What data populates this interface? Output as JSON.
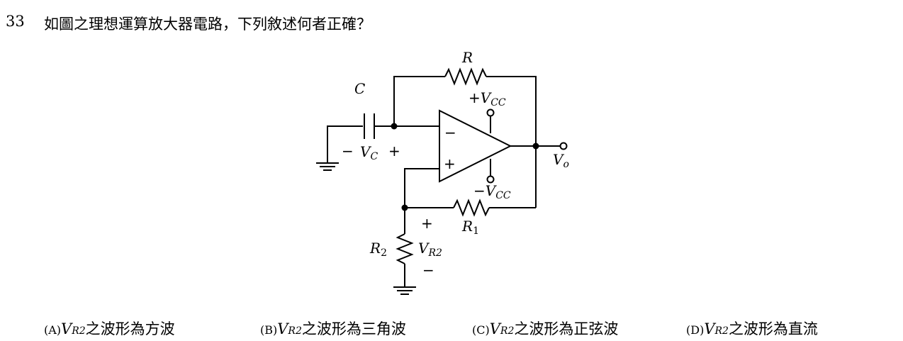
{
  "question": {
    "number": "33",
    "text": "如圖之理想運算放大器電路，下列敘述何者正確？"
  },
  "circuit": {
    "cap_label": "C",
    "vc_main": "V",
    "vc_sub": "C",
    "vc_minus": "−",
    "vc_plus": "+",
    "r_label": "R",
    "r1_main": "R",
    "r1_sub": "1",
    "r2_main": "R",
    "r2_sub": "2",
    "vr2_main": "V",
    "vr2_sub": "R2",
    "vr2_plus": "+",
    "vr2_minus": "−",
    "vcc_pos_prefix": "+",
    "vcc_neg_prefix": "−",
    "vcc_main": "V",
    "vcc_sub": "CC",
    "opamp_minus": "−",
    "opamp_plus": "+",
    "vo_main": "V",
    "vo_sub": "o"
  },
  "options": [
    {
      "label": "(A)",
      "var_main": "V",
      "var_sub": "R2",
      "text": "之波形為方波"
    },
    {
      "label": "(B)",
      "var_main": "V",
      "var_sub": "R2",
      "text": "之波形為三角波"
    },
    {
      "label": "(C)",
      "var_main": "V",
      "var_sub": "R2",
      "text": "之波形為正弦波"
    },
    {
      "label": "(D)",
      "var_main": "V",
      "var_sub": "R2",
      "text": "之波形為直流"
    }
  ]
}
